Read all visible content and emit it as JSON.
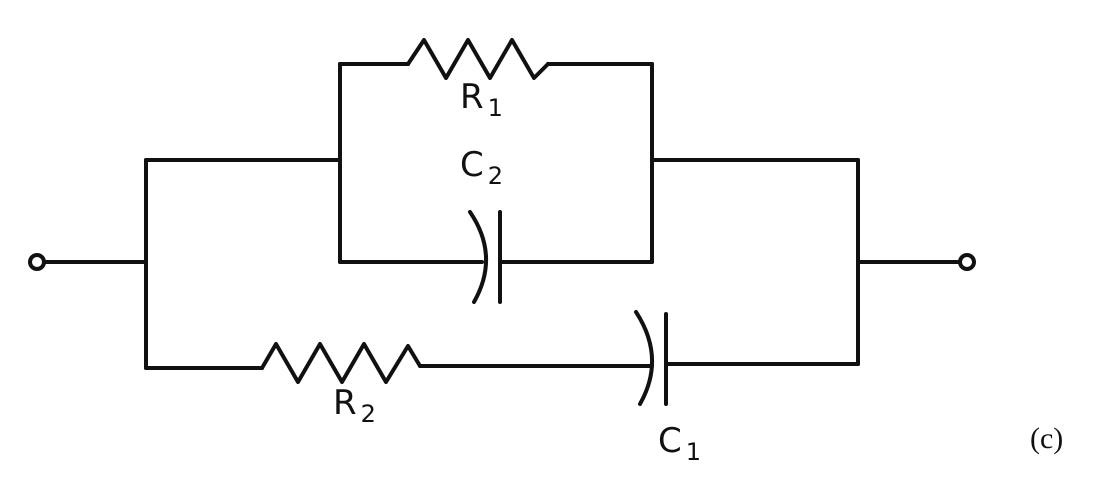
{
  "components": {
    "r1": {
      "letter": "R",
      "subscript": "1"
    },
    "c2": {
      "letter": "C",
      "subscript": "2"
    },
    "r2": {
      "letter": "R",
      "subscript": "2"
    },
    "c1": {
      "letter": "C",
      "subscript": "1"
    }
  },
  "caption": "(c)",
  "colors": {
    "ink": "#111111",
    "background": "#ffffff"
  }
}
